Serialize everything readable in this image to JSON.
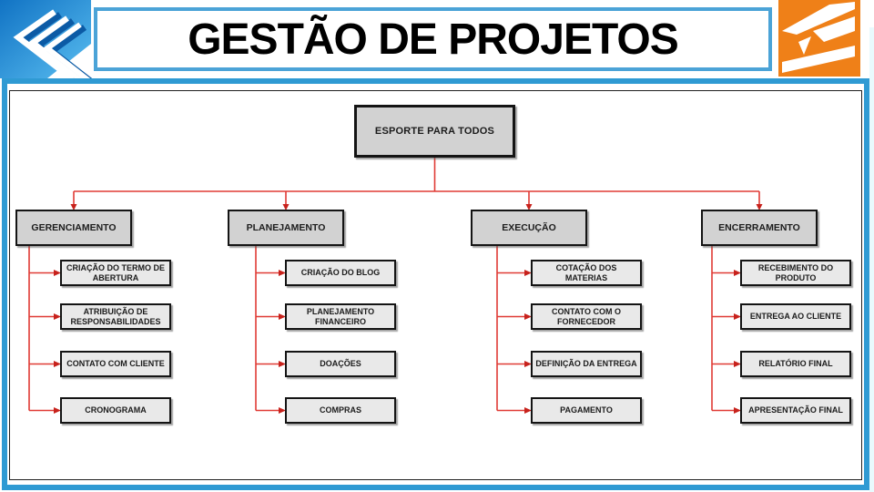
{
  "slide": {
    "title": "GESTÃO DE PROJETOS"
  },
  "icons": {
    "left_logo": "blue-chevron-arrows-icon",
    "right_logo": "orange-pyramid-bands-icon"
  },
  "colors": {
    "frame_blue": "#2f9ad3",
    "title_border_blue": "#4ba3d7",
    "connector_red": "#e03b35",
    "arrowhead_red": "#c7221c",
    "node_fill": "#d2d2d2",
    "leaf_fill": "#e9e9e9",
    "border_black": "#141414",
    "logo_orange": "#ef8018",
    "logo_blue_dark": "#0b5aa5",
    "logo_blue_light": "#59bdf0"
  },
  "diagram": {
    "root": "ESPORTE PARA TODOS",
    "branches": [
      {
        "label": "GERENCIAMENTO",
        "children": [
          "CRIAÇÃO DO TERMO DE ABERTURA",
          "ATRIBUIÇÃO DE RESPONSABILIDADES",
          "CONTATO COM CLIENTE",
          "CRONOGRAMA"
        ]
      },
      {
        "label": "PLANEJAMENTO",
        "children": [
          "CRIAÇÃO DO BLOG",
          "PLANEJAMENTO FINANCEIRO",
          "DOAÇÕES",
          "COMPRAS"
        ]
      },
      {
        "label": "EXECUÇÃO",
        "children": [
          "COTAÇÃO DOS MATERIAS",
          "CONTATO COM O FORNECEDOR",
          "DEFINIÇÃO DA ENTREGA",
          "PAGAMENTO"
        ]
      },
      {
        "label": "ENCERRAMENTO",
        "children": [
          "RECEBIMENTO DO PRODUTO",
          "ENTREGA AO CLIENTE",
          "RELATÓRIO FINAL",
          "APRESENTAÇÃO FINAL"
        ]
      }
    ]
  }
}
